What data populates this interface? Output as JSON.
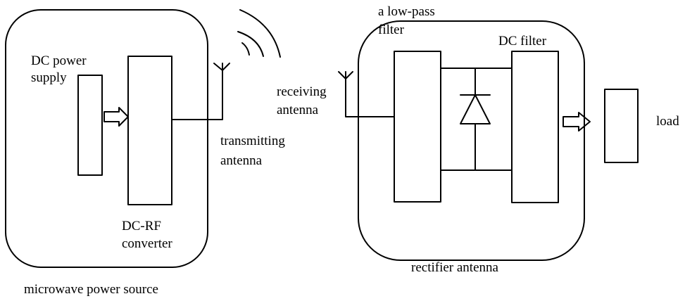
{
  "labels": {
    "dc_power_supply_line1": "DC power",
    "dc_power_supply_line2": "supply",
    "dc_rf_converter_line1": "DC-RF",
    "dc_rf_converter_line2": "converter",
    "microwave_power_source": "microwave power source",
    "transmitting_antenna_line1": "transmitting",
    "transmitting_antenna_line2": "antenna",
    "receiving_antenna_line1": "receiving",
    "receiving_antenna_line2": "antenna",
    "low_pass_filter_line1": "a low-pass",
    "low_pass_filter_line2": "filter",
    "dc_filter": "DC filter",
    "rectifier_antenna": "rectifier antenna",
    "load": "load"
  }
}
